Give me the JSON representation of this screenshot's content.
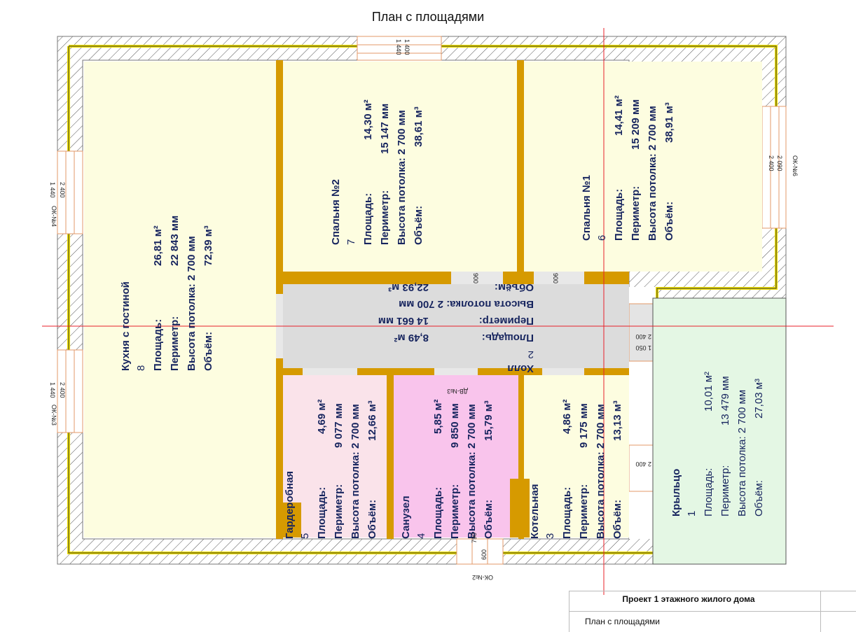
{
  "title": "План с площадями",
  "stamp": {
    "project": "Проект 1 этажного жилого дома",
    "sheet": "План с площадями"
  },
  "colors": {
    "wall": "#ffffff",
    "wall_outline": "#d69a00",
    "insulation": "#f0e000",
    "partition": "#d69a00",
    "yellow_room": "#fdfde0",
    "pink_room": "#f9c4ec",
    "light_pink_room": "#fae3ea",
    "hall": "#dcdcdc",
    "porch": "#e4f7e4",
    "room_text": "#16245e",
    "axis": "#e8202a"
  },
  "rooms": {
    "kitchen": {
      "name": "Кухня с гостиной",
      "num": "8",
      "area_k": "Площадь:",
      "area_v": "26,81 м²",
      "per_k": "Периметр:",
      "per_v": "22 843 мм",
      "h_k": "Высота потолка: 2 700 мм",
      "vol_k": "Объём:",
      "vol_v": "72,39 м³"
    },
    "bed2": {
      "name": "Спальня №2",
      "num": "7",
      "area_k": "Площадь:",
      "area_v": "14,30 м²",
      "per_k": "Периметр:",
      "per_v": "15 147 мм",
      "h_k": "Высота потолка: 2 700 мм",
      "vol_k": "Объём:",
      "vol_v": "38,61 м³"
    },
    "bed1": {
      "name": "Спальня №1",
      "num": "6",
      "area_k": "Площадь:",
      "area_v": "14,41 м²",
      "per_k": "Периметр:",
      "per_v": "15 209 мм",
      "h_k": "Высота потолка: 2 700 мм",
      "vol_k": "Объём:",
      "vol_v": "38,91 м³"
    },
    "hall": {
      "name": "Холл",
      "num": "2",
      "area_k": "Площадь:",
      "area_v": "8,49 м²",
      "per_k": "Периметр:",
      "per_v": "14 661 мм",
      "h_k": "Высота потолка: 2 700 мм",
      "vol_k": "Объём:",
      "vol_v": "22,93 м³"
    },
    "wardrobe": {
      "name": "Гардеробная",
      "num": "5",
      "area_k": "Площадь:",
      "area_v": "4,69 м²",
      "per_k": "Периметр:",
      "per_v": "9 077 мм",
      "h_k": "Высота потолка: 2 700 мм",
      "vol_k": "Объём:",
      "vol_v": "12,66 м³"
    },
    "bath": {
      "name": "Санузел",
      "num": "4",
      "area_k": "Площадь:",
      "area_v": "5,85 м²",
      "per_k": "Периметр:",
      "per_v": "9 850 мм",
      "h_k": "Высота потолка: 2 700 мм",
      "vol_k": "Объём:",
      "vol_v": "15,79 м³"
    },
    "boiler": {
      "name": "Котельная",
      "num": "3",
      "area_k": "Площадь:",
      "area_v": "4,86 м²",
      "per_k": "Периметр:",
      "per_v": "9 175 мм",
      "h_k": "Высота потолка: 2 700 мм",
      "vol_k": "Объём:",
      "vol_v": "13,13 м³"
    },
    "porch": {
      "name": "Крыльцо",
      "num": "1",
      "area_k": "Площадь:",
      "area_v": "10,01 м²",
      "per_k": "Периметр:",
      "per_v": "13 479 мм",
      "h_k": "Высота потолка: 2 700 мм",
      "vol_k": "Объём:",
      "vol_v": "27,03 м³"
    }
  },
  "windows": {
    "ok4": "ОК-№4",
    "ok3": "ОК-№3",
    "ok6": "ОК-№6",
    "ok2": "ОК-№2",
    "dv3": "ДВ-№3",
    "dim_2400": "2 400",
    "dim_1440": "1 440",
    "dim_1400": "1 400",
    "dim_2090": "2 090",
    "dim_1050": "1 050",
    "dim_900": "900",
    "dim_790": "790",
    "dim_600": "600"
  }
}
